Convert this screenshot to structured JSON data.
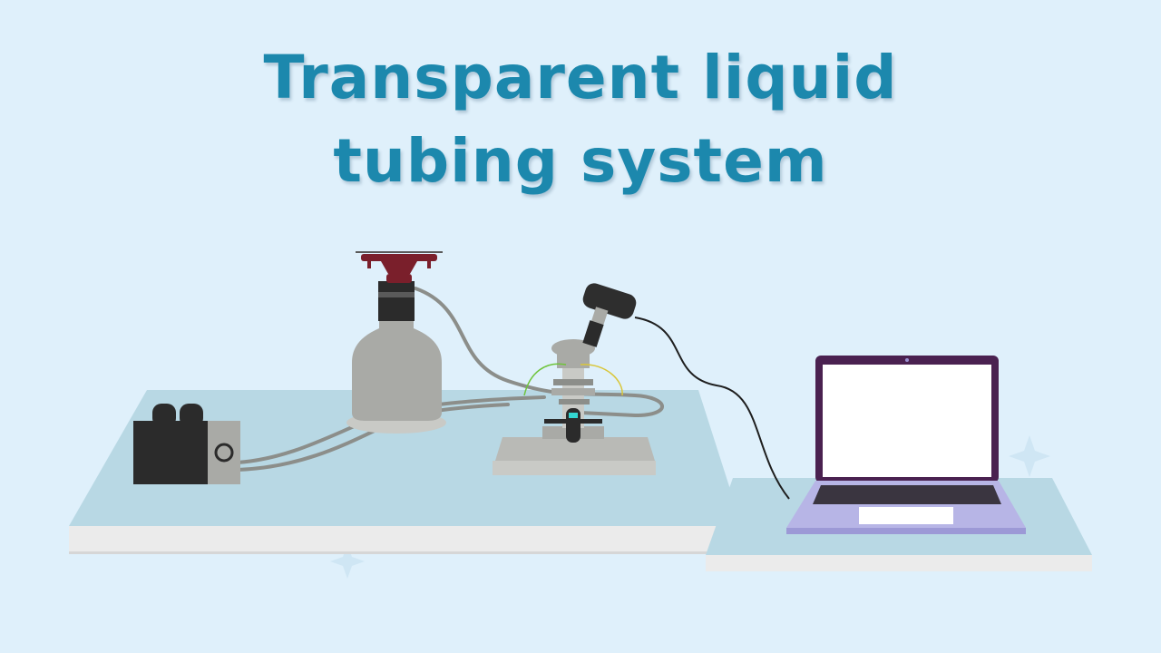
{
  "title": {
    "line1": "Transparent liquid",
    "line2": "tubing system"
  },
  "colors": {
    "background": "#dff0fb",
    "title": "#1c88ad",
    "table_top": "#b8d8e4",
    "table_edge": "#ebebeb",
    "equipment_gray": "#a9aaa6",
    "tubing": "#8c8e8a",
    "drone": "#7a1f2b",
    "pump_box": "#2b2b2b",
    "laptop_frame": "#4a2150",
    "laptop_base": "#b7b5e6",
    "camera": "#2e2e2e",
    "fluorescent_green": "#6fc43c",
    "fluorescent_yellow": "#d9c63a",
    "objective_cyan": "#33d6d0"
  },
  "objects": [
    {
      "name": "drone",
      "icon": "drone-icon"
    },
    {
      "name": "reservoir-bottle",
      "icon": "bottle-icon"
    },
    {
      "name": "pressure-pump",
      "icon": "pump-icon"
    },
    {
      "name": "microscope",
      "icon": "microscope-icon"
    },
    {
      "name": "camera",
      "icon": "camera-icon"
    },
    {
      "name": "laptop",
      "icon": "laptop-icon"
    },
    {
      "name": "sparkles",
      "icon": "sparkle-icon"
    }
  ]
}
